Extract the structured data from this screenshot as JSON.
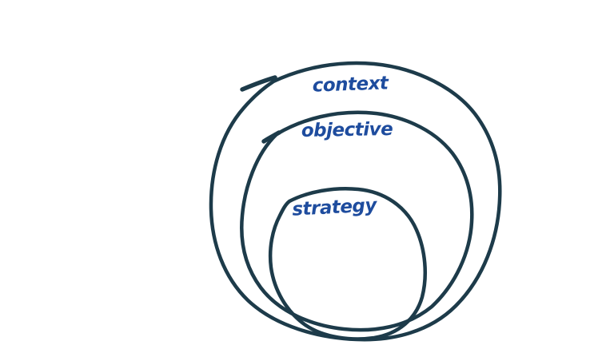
{
  "page": {
    "background_color": "#ffffff"
  },
  "diagram": {
    "type": "nested-circles",
    "style": "hand-drawn-whiteboard",
    "ink_color": "#1d3b4a",
    "label_color": "#1e4c9e",
    "rings": [
      {
        "id": "context",
        "level": "outer",
        "label": "context"
      },
      {
        "id": "objective",
        "level": "middle",
        "label": "objective"
      },
      {
        "id": "strategy",
        "level": "inner",
        "label": "strategy"
      }
    ]
  }
}
